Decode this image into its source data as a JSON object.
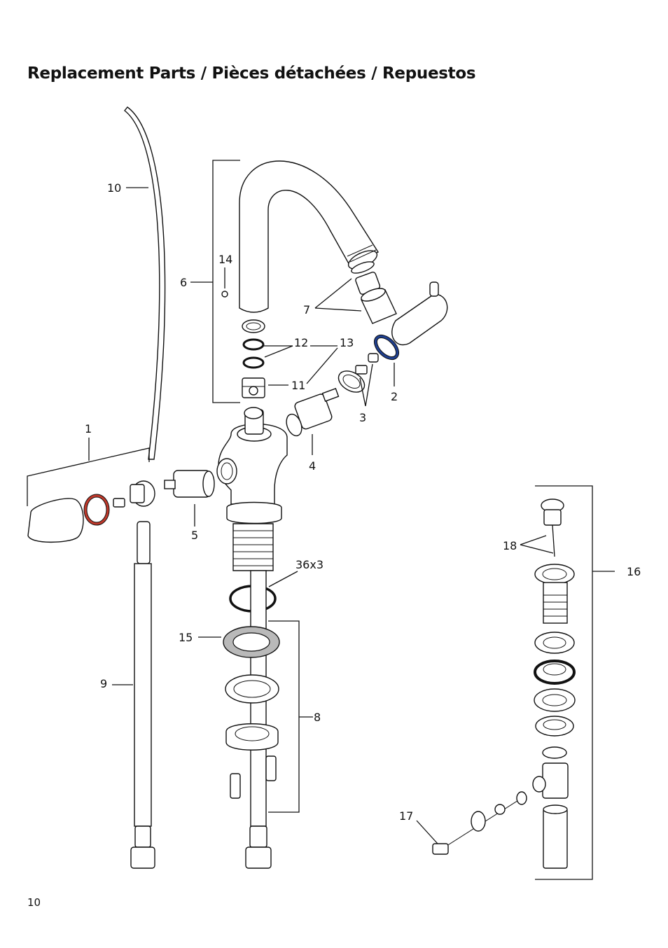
{
  "page": {
    "title": "Replacement Parts / Pièces détachées / Repuestos",
    "page_number": "10"
  },
  "callouts": {
    "c1": "1",
    "c2": "2",
    "c3": "3",
    "c4": "4",
    "c5": "5",
    "c6": "6",
    "c7": "7",
    "c8": "8",
    "c9": "9",
    "c10": "10",
    "c11": "11",
    "c12": "12",
    "c13": "13",
    "c14": "14",
    "c15": "15",
    "c16": "16",
    "c17": "17",
    "c18": "18",
    "c36x3": "36x3"
  },
  "colors": {
    "red_oring": "#c0392b",
    "blue_oring": "#1f3f8f",
    "gray_washer": "#b9b9b9",
    "line": "#111111"
  }
}
